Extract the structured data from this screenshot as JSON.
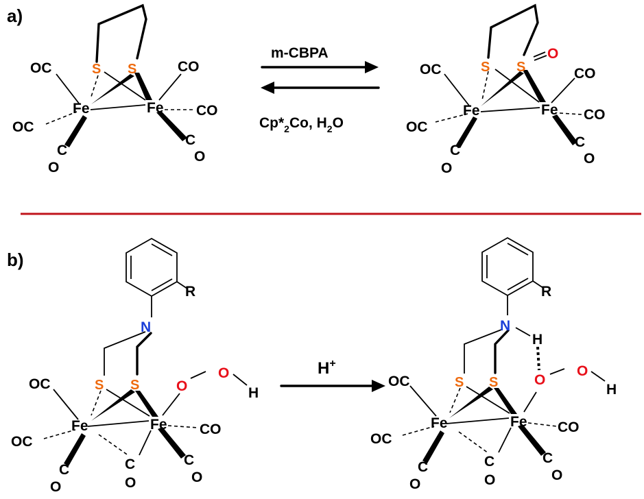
{
  "panels": {
    "a": {
      "label": "a)",
      "forward_reagent": "m-CBPA",
      "reverse_reagent_parts": [
        "Cp*",
        "2",
        "Co, H",
        "2",
        "O"
      ]
    },
    "b": {
      "label": "b)",
      "reagent_main": "H",
      "reagent_sup": "+"
    }
  },
  "atoms": {
    "fe": "Fe",
    "s": "S",
    "o": "O",
    "n": "N",
    "h": "H",
    "r": "R",
    "co": "CO",
    "oc": "OC",
    "c": "C"
  },
  "colors": {
    "sulfur": "#ee6a0e",
    "oxygen": "#e8101a",
    "nitrogen": "#1b3fd8",
    "divider": "#c0141c"
  }
}
